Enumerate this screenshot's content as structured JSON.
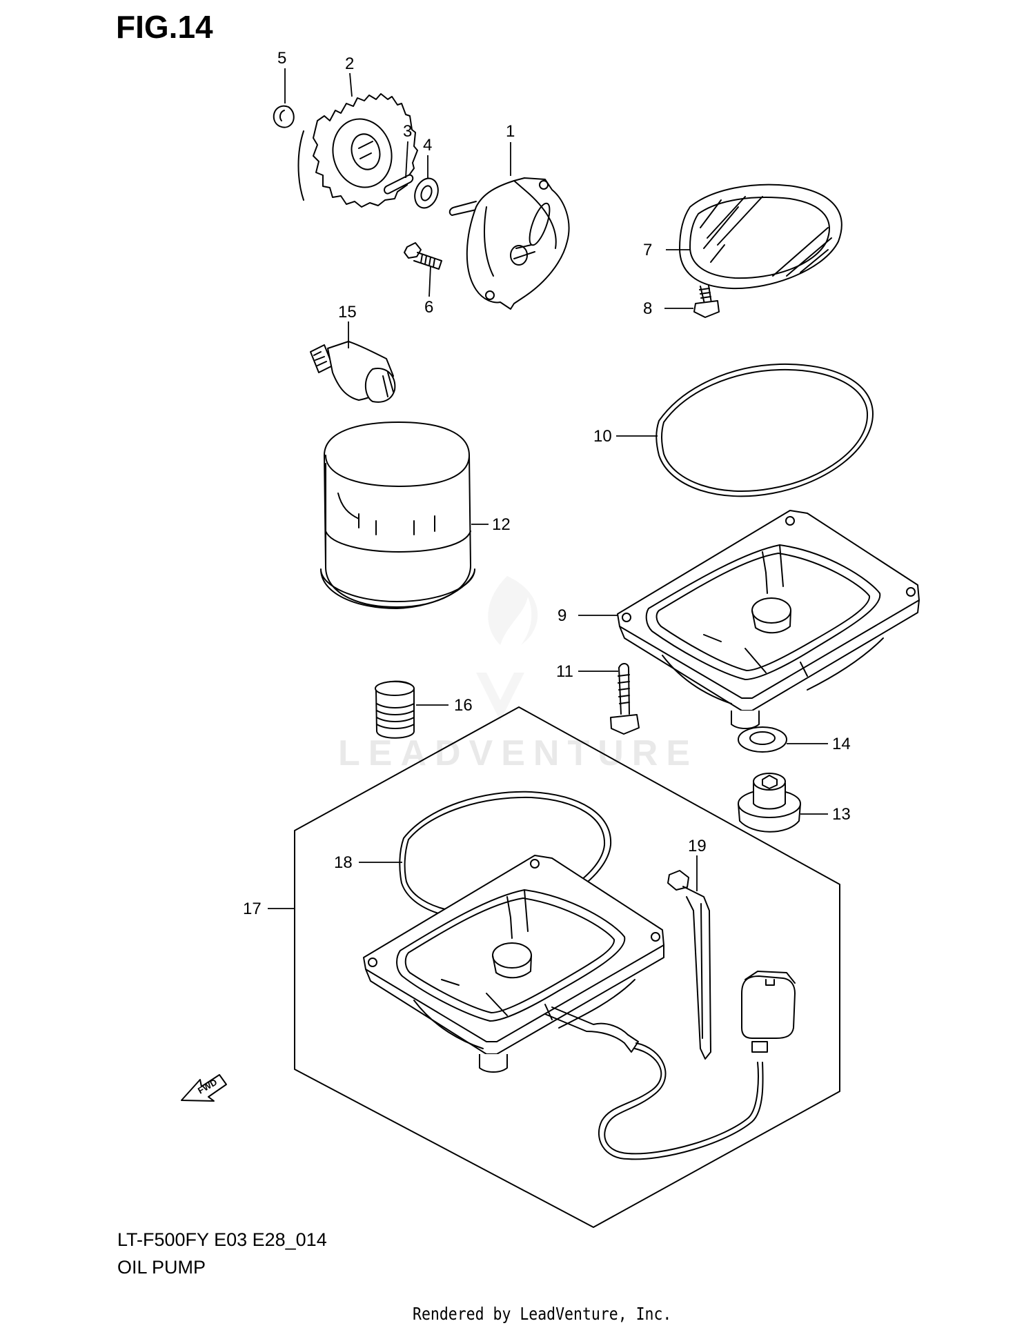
{
  "figure": {
    "title": "FIG.14",
    "model_code": "LT-F500FY E03 E28_014",
    "section_name": "OIL PUMP",
    "rendered_by": "Rendered by LeadVenture, Inc.",
    "watermark": "LEADVENTURE"
  },
  "callouts": [
    {
      "id": "c1",
      "label": "1"
    },
    {
      "id": "c2",
      "label": "2"
    },
    {
      "id": "c3",
      "label": "3"
    },
    {
      "id": "c4",
      "label": "4"
    },
    {
      "id": "c5",
      "label": "5"
    },
    {
      "id": "c6",
      "label": "6"
    },
    {
      "id": "c7",
      "label": "7"
    },
    {
      "id": "c8",
      "label": "8"
    },
    {
      "id": "c9",
      "label": "9"
    },
    {
      "id": "c10",
      "label": "10"
    },
    {
      "id": "c11",
      "label": "11"
    },
    {
      "id": "c12",
      "label": "12"
    },
    {
      "id": "c13",
      "label": "13"
    },
    {
      "id": "c14",
      "label": "14"
    },
    {
      "id": "c15",
      "label": "15"
    },
    {
      "id": "c16",
      "label": "16"
    },
    {
      "id": "c17",
      "label": "17"
    },
    {
      "id": "c18",
      "label": "18"
    },
    {
      "id": "c19",
      "label": "19"
    }
  ],
  "fwd_arrow_label": "FWD"
}
